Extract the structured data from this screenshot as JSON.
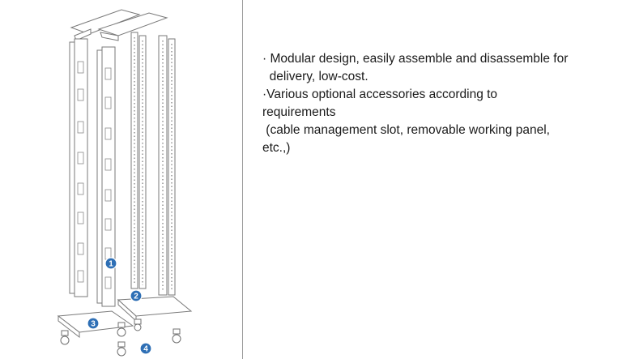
{
  "figure": {
    "callouts": [
      "1",
      "2",
      "3",
      "4"
    ],
    "line_color": "#7a7a7a",
    "callout_color": "#2e6fb5"
  },
  "features": {
    "lines": [
      "· Modular design, easily assemble and disassemble for",
      "  delivery, low-cost.",
      "·Various optional accessories according to",
      "requirements",
      " (cable management slot, removable working panel,",
      "etc.,)"
    ]
  }
}
